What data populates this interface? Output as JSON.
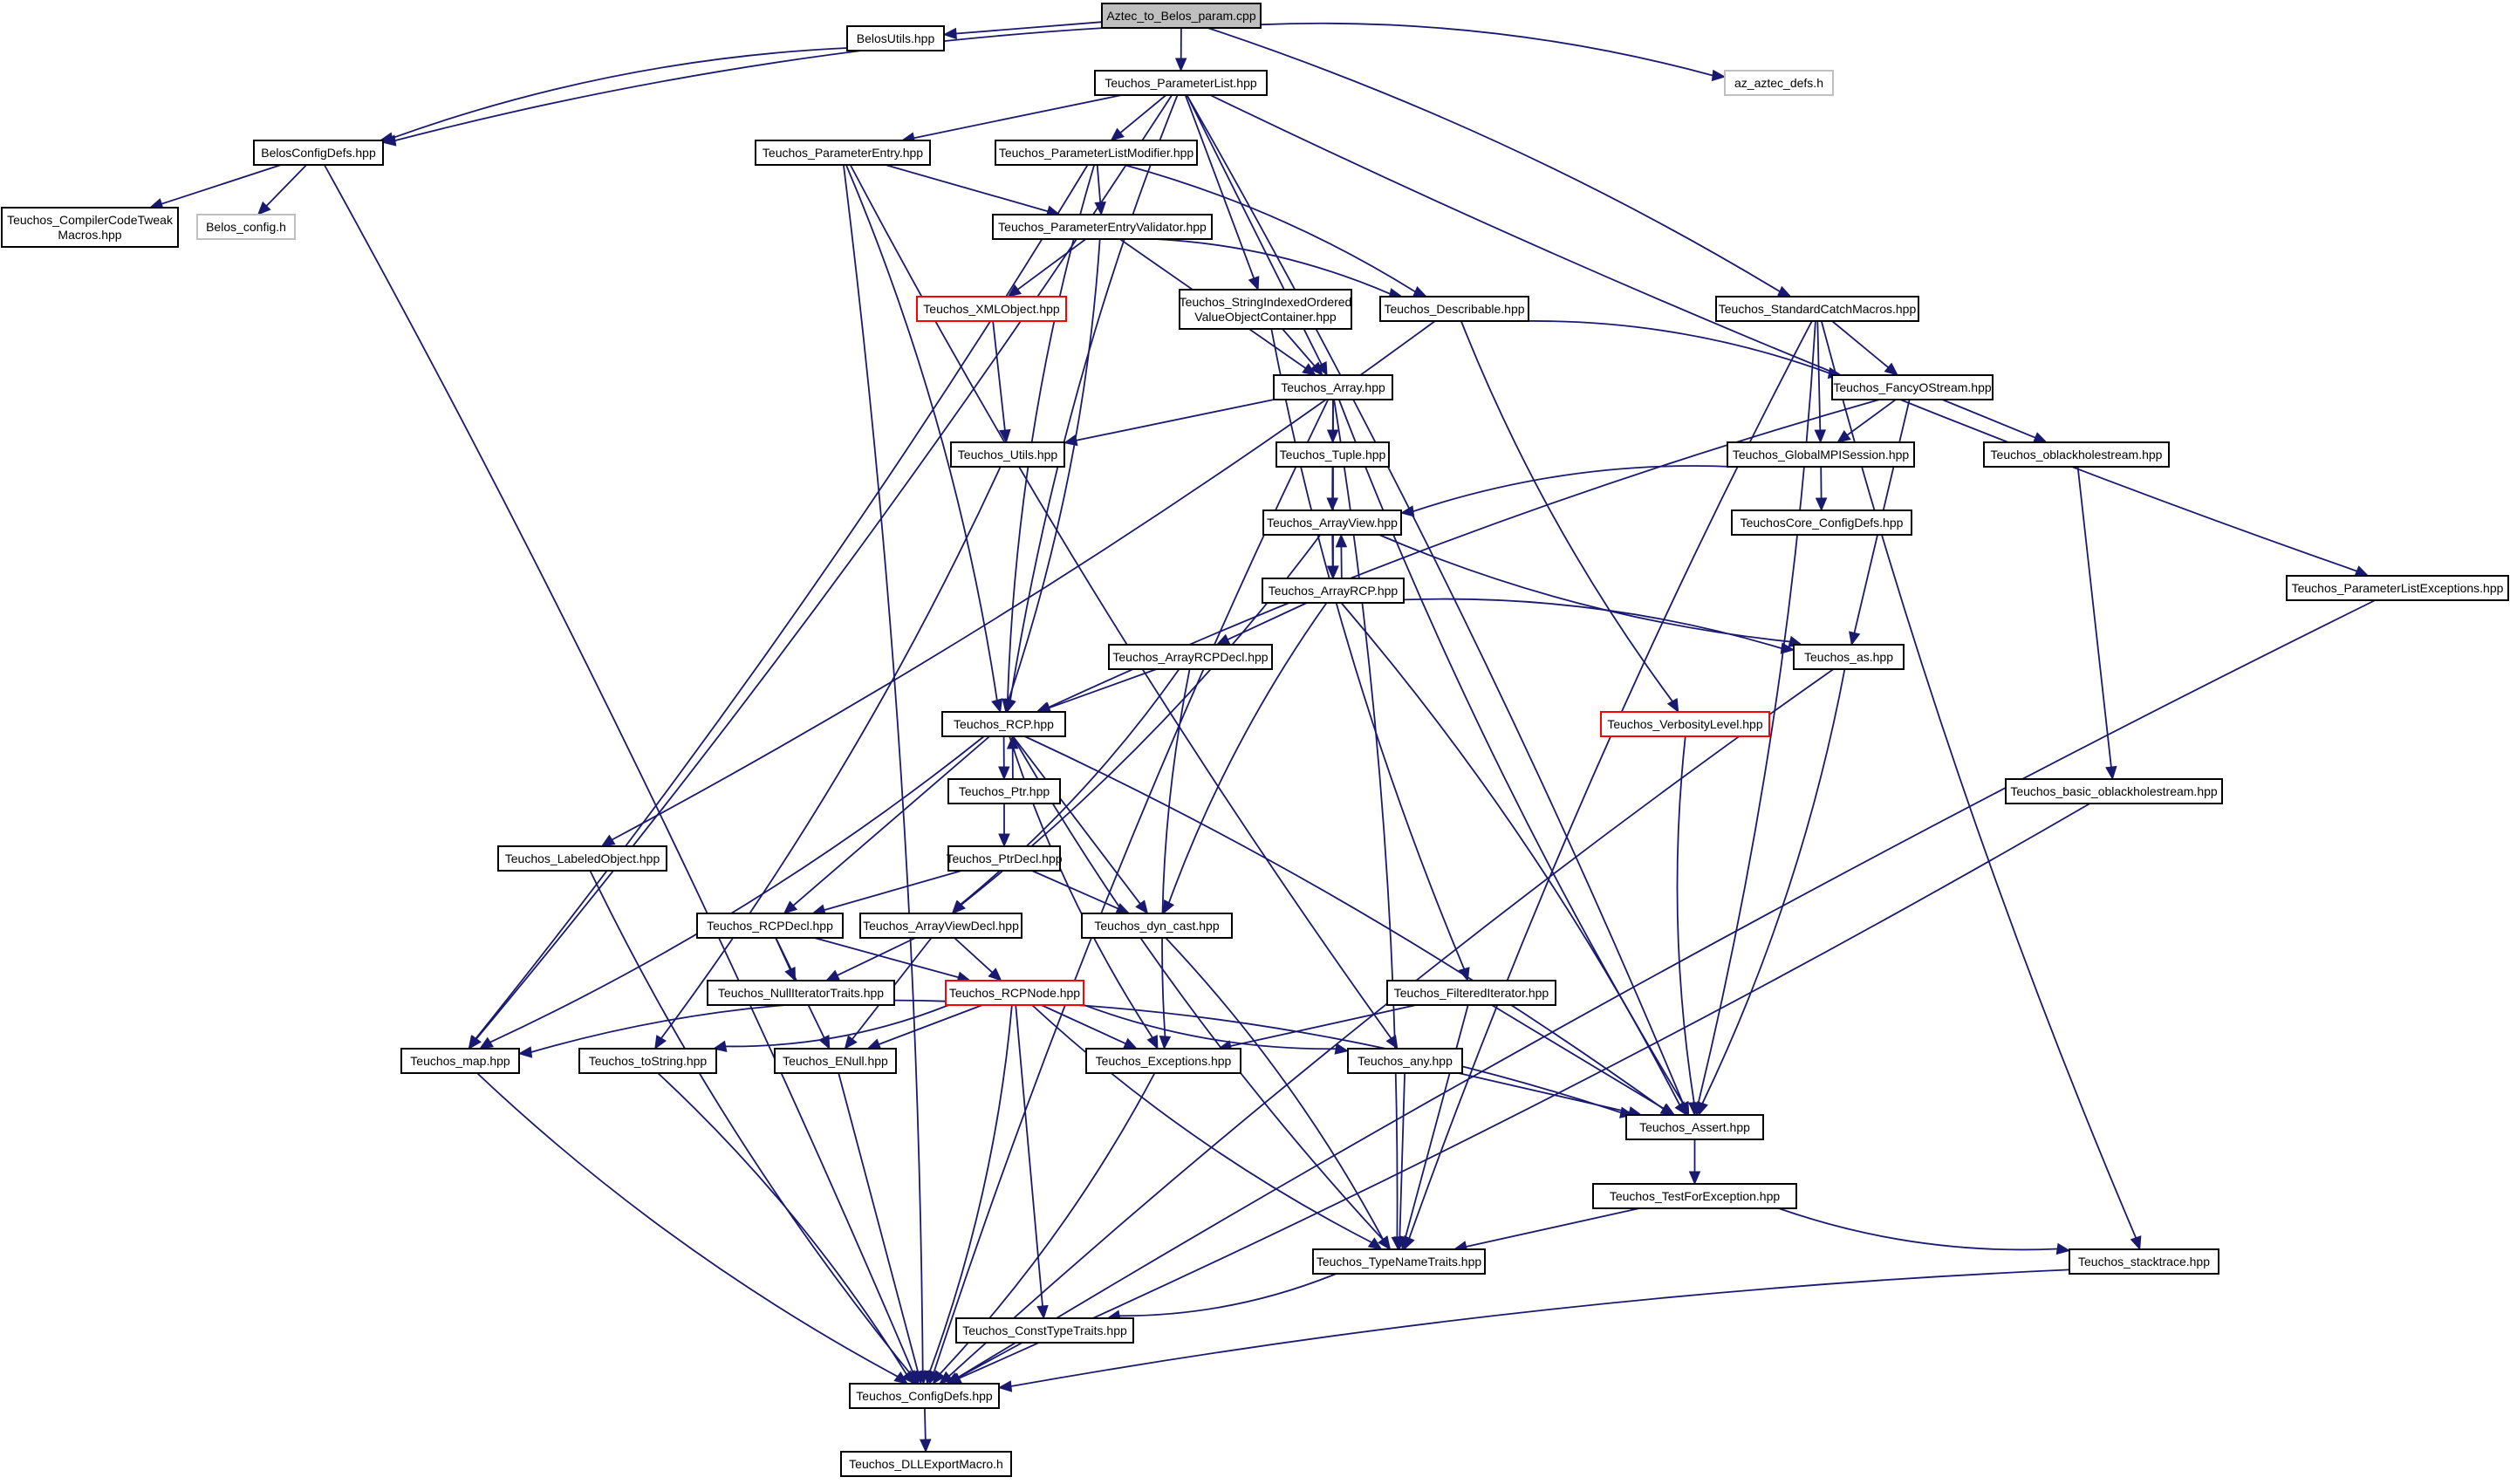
{
  "graph": {
    "colors": {
      "edge": "#191970",
      "root_fill": "#bfbfbf",
      "node_border": "#000000",
      "missing_border": "#bfbfbf",
      "truncated_border": "#ff0000"
    },
    "nodes": [
      {
        "id": "aztec_to_belos",
        "label": "Aztec_to_Belos_param.cpp",
        "kind": "root"
      },
      {
        "id": "belosutils",
        "label": "BelosUtils.hpp",
        "kind": "normal"
      },
      {
        "id": "parameterlist",
        "label": "Teuchos_ParameterList.hpp",
        "kind": "normal"
      },
      {
        "id": "az_aztec_defs",
        "label": "az_aztec_defs.h",
        "kind": "missing"
      },
      {
        "id": "belosconfigdefs",
        "label": "BelosConfigDefs.hpp",
        "kind": "normal"
      },
      {
        "id": "compilercodetweak",
        "label": "Teuchos_CompilerCodeTweak Macros.hpp",
        "kind": "normal"
      },
      {
        "id": "belos_config",
        "label": "Belos_config.h",
        "kind": "missing"
      },
      {
        "id": "parameterentry",
        "label": "Teuchos_ParameterEntry.hpp",
        "kind": "normal"
      },
      {
        "id": "parameterlistmodifier",
        "label": "Teuchos_ParameterListModifier.hpp",
        "kind": "normal"
      },
      {
        "id": "parameterentryvalidator",
        "label": "Teuchos_ParameterEntryValidator.hpp",
        "kind": "normal"
      },
      {
        "id": "xmlobject",
        "label": "Teuchos_XMLObject.hpp",
        "kind": "truncated"
      },
      {
        "id": "stringindexed",
        "label": "Teuchos_StringIndexedOrdered ValueObjectContainer.hpp",
        "kind": "normal"
      },
      {
        "id": "describable",
        "label": "Teuchos_Describable.hpp",
        "kind": "normal"
      },
      {
        "id": "standardcatch",
        "label": "Teuchos_StandardCatchMacros.hpp",
        "kind": "normal"
      },
      {
        "id": "array",
        "label": "Teuchos_Array.hpp",
        "kind": "normal"
      },
      {
        "id": "fancyostream",
        "label": "Teuchos_FancyOStream.hpp",
        "kind": "normal"
      },
      {
        "id": "utils",
        "label": "Teuchos_Utils.hpp",
        "kind": "normal"
      },
      {
        "id": "tuple",
        "label": "Teuchos_Tuple.hpp",
        "kind": "normal"
      },
      {
        "id": "globalmpi",
        "label": "Teuchos_GlobalMPISession.hpp",
        "kind": "normal"
      },
      {
        "id": "oblackhole",
        "label": "Teuchos_oblackholestream.hpp",
        "kind": "normal"
      },
      {
        "id": "arrayview",
        "label": "Teuchos_ArrayView.hpp",
        "kind": "normal"
      },
      {
        "id": "teuchoscore_configdefs",
        "label": "TeuchosCore_ConfigDefs.hpp",
        "kind": "normal"
      },
      {
        "id": "arrayrcp",
        "label": "Teuchos_ArrayRCP.hpp",
        "kind": "normal"
      },
      {
        "id": "parameterlistexceptions",
        "label": "Teuchos_ParameterListExceptions.hpp",
        "kind": "normal"
      },
      {
        "id": "arrayrcpdecl",
        "label": "Teuchos_ArrayRCPDecl.hpp",
        "kind": "normal"
      },
      {
        "id": "as",
        "label": "Teuchos_as.hpp",
        "kind": "normal"
      },
      {
        "id": "rcp",
        "label": "Teuchos_RCP.hpp",
        "kind": "normal"
      },
      {
        "id": "verbositylevel",
        "label": "Teuchos_VerbosityLevel.hpp",
        "kind": "truncated"
      },
      {
        "id": "basic_oblackhole",
        "label": "Teuchos_basic_oblackholestream.hpp",
        "kind": "normal"
      },
      {
        "id": "ptr",
        "label": "Teuchos_Ptr.hpp",
        "kind": "normal"
      },
      {
        "id": "labeledobject",
        "label": "Teuchos_LabeledObject.hpp",
        "kind": "normal"
      },
      {
        "id": "ptrdecl",
        "label": "Teuchos_PtrDecl.hpp",
        "kind": "normal"
      },
      {
        "id": "rcpdecl",
        "label": "Teuchos_RCPDecl.hpp",
        "kind": "normal"
      },
      {
        "id": "arrayviewdecl",
        "label": "Teuchos_ArrayViewDecl.hpp",
        "kind": "normal"
      },
      {
        "id": "dyn_cast",
        "label": "Teuchos_dyn_cast.hpp",
        "kind": "normal"
      },
      {
        "id": "nulliteratortraits",
        "label": "Teuchos_NullIteratorTraits.hpp",
        "kind": "normal"
      },
      {
        "id": "rcpnode",
        "label": "Teuchos_RCPNode.hpp",
        "kind": "truncated"
      },
      {
        "id": "filterediterator",
        "label": "Teuchos_FilteredIterator.hpp",
        "kind": "normal"
      },
      {
        "id": "map",
        "label": "Teuchos_map.hpp",
        "kind": "normal"
      },
      {
        "id": "tostring",
        "label": "Teuchos_toString.hpp",
        "kind": "normal"
      },
      {
        "id": "enull",
        "label": "Teuchos_ENull.hpp",
        "kind": "normal"
      },
      {
        "id": "exceptions",
        "label": "Teuchos_Exceptions.hpp",
        "kind": "normal"
      },
      {
        "id": "any",
        "label": "Teuchos_any.hpp",
        "kind": "normal"
      },
      {
        "id": "assert",
        "label": "Teuchos_Assert.hpp",
        "kind": "normal"
      },
      {
        "id": "testforexception",
        "label": "Teuchos_TestForException.hpp",
        "kind": "normal"
      },
      {
        "id": "typenametraits",
        "label": "Teuchos_TypeNameTraits.hpp",
        "kind": "normal"
      },
      {
        "id": "stacktrace",
        "label": "Teuchos_stacktrace.hpp",
        "kind": "normal"
      },
      {
        "id": "consttypetraits",
        "label": "Teuchos_ConstTypeTraits.hpp",
        "kind": "normal"
      },
      {
        "id": "configdefs",
        "label": "Teuchos_ConfigDefs.hpp",
        "kind": "normal"
      },
      {
        "id": "dllexport",
        "label": "Teuchos_DLLExportMacro.h",
        "kind": "normal"
      }
    ],
    "edges": [
      [
        "aztec_to_belos",
        "belosutils"
      ],
      [
        "aztec_to_belos",
        "parameterlist"
      ],
      [
        "aztec_to_belos",
        "az_aztec_defs"
      ],
      [
        "aztec_to_belos",
        "belosconfigdefs"
      ],
      [
        "aztec_to_belos",
        "standardcatch"
      ],
      [
        "belosutils",
        "belosconfigdefs"
      ],
      [
        "belosconfigdefs",
        "compilercodetweak"
      ],
      [
        "belosconfigdefs",
        "belos_config"
      ],
      [
        "belosconfigdefs",
        "configdefs"
      ],
      [
        "parameterlist",
        "parameterentry"
      ],
      [
        "parameterlist",
        "parameterlistmodifier"
      ],
      [
        "parameterlist",
        "stringindexed"
      ],
      [
        "parameterlist",
        "array"
      ],
      [
        "parameterlist",
        "parameterlistexceptions"
      ],
      [
        "parameterlist",
        "map"
      ],
      [
        "parameterlist",
        "rcp"
      ],
      [
        "parameterlist",
        "assert"
      ],
      [
        "parameterentry",
        "parameterentryvalidator"
      ],
      [
        "parameterentry",
        "rcp"
      ],
      [
        "parameterentry",
        "any"
      ],
      [
        "parameterentry",
        "configdefs"
      ],
      [
        "parameterlistmodifier",
        "parameterentryvalidator"
      ],
      [
        "parameterlistmodifier",
        "describable"
      ],
      [
        "parameterlistmodifier",
        "rcp"
      ],
      [
        "parameterlistmodifier",
        "map"
      ],
      [
        "parameterentryvalidator",
        "xmlobject"
      ],
      [
        "parameterentryvalidator",
        "describable"
      ],
      [
        "parameterentryvalidator",
        "array"
      ],
      [
        "parameterentryvalidator",
        "rcp"
      ],
      [
        "xmlobject",
        "utils"
      ],
      [
        "stringindexed",
        "array"
      ],
      [
        "stringindexed",
        "filterediterator"
      ],
      [
        "describable",
        "fancyostream"
      ],
      [
        "describable",
        "verbositylevel"
      ],
      [
        "describable",
        "labeledobject"
      ],
      [
        "standardcatch",
        "fancyostream"
      ],
      [
        "standardcatch",
        "globalmpi"
      ],
      [
        "standardcatch",
        "stacktrace"
      ],
      [
        "standardcatch",
        "assert"
      ],
      [
        "standardcatch",
        "typenametraits"
      ],
      [
        "array",
        "tuple"
      ],
      [
        "array",
        "arrayrcp"
      ],
      [
        "array",
        "utils"
      ],
      [
        "array",
        "assert"
      ],
      [
        "array",
        "typenametraits"
      ],
      [
        "array",
        "configdefs"
      ],
      [
        "fancyostream",
        "globalmpi"
      ],
      [
        "fancyostream",
        "oblackhole"
      ],
      [
        "fancyostream",
        "as"
      ],
      [
        "fancyostream",
        "rcp"
      ],
      [
        "utils",
        "tostring"
      ],
      [
        "tuple",
        "arrayview"
      ],
      [
        "globalmpi",
        "teuchoscore_configdefs"
      ],
      [
        "globalmpi",
        "arrayview"
      ],
      [
        "oblackhole",
        "basic_oblackhole"
      ],
      [
        "arrayview",
        "arrayrcp"
      ],
      [
        "arrayview",
        "arrayviewdecl"
      ],
      [
        "arrayview",
        "as"
      ],
      [
        "arrayrcp",
        "arrayview"
      ],
      [
        "arrayrcp",
        "arrayrcpdecl"
      ],
      [
        "arrayrcp",
        "as"
      ],
      [
        "arrayrcp",
        "dyn_cast"
      ],
      [
        "arrayrcp",
        "assert"
      ],
      [
        "arrayrcpdecl",
        "rcp"
      ],
      [
        "arrayrcpdecl",
        "arrayviewdecl"
      ],
      [
        "arrayrcpdecl",
        "exceptions"
      ],
      [
        "as",
        "assert"
      ],
      [
        "as",
        "configdefs"
      ],
      [
        "rcp",
        "ptr"
      ],
      [
        "rcp",
        "rcpdecl"
      ],
      [
        "rcp",
        "dyn_cast"
      ],
      [
        "rcp",
        "exceptions"
      ],
      [
        "rcp",
        "map"
      ],
      [
        "rcp",
        "typenametraits"
      ],
      [
        "rcp",
        "assert"
      ],
      [
        "ptr",
        "rcp"
      ],
      [
        "ptr",
        "ptrdecl"
      ],
      [
        "ptrdecl",
        "rcpdecl"
      ],
      [
        "ptrdecl",
        "dyn_cast"
      ],
      [
        "verbositylevel",
        "assert"
      ],
      [
        "basic_oblackhole",
        "configdefs"
      ],
      [
        "labeledobject",
        "configdefs"
      ],
      [
        "rcpdecl",
        "rcpnode"
      ],
      [
        "rcpdecl",
        "nulliteratortraits"
      ],
      [
        "rcpdecl",
        "enull"
      ],
      [
        "arrayviewdecl",
        "rcpnode"
      ],
      [
        "arrayviewdecl",
        "nulliteratortraits"
      ],
      [
        "arrayviewdecl",
        "enull"
      ],
      [
        "dyn_cast",
        "typenametraits"
      ],
      [
        "rcpnode",
        "map"
      ],
      [
        "rcpnode",
        "tostring"
      ],
      [
        "rcpnode",
        "enull"
      ],
      [
        "rcpnode",
        "exceptions"
      ],
      [
        "rcpnode",
        "any"
      ],
      [
        "rcpnode",
        "assert"
      ],
      [
        "rcpnode",
        "typenametraits"
      ],
      [
        "rcpnode",
        "configdefs"
      ],
      [
        "rcpnode",
        "consttypetraits"
      ],
      [
        "filterediterator",
        "exceptions"
      ],
      [
        "filterediterator",
        "assert"
      ],
      [
        "filterediterator",
        "typenametraits"
      ],
      [
        "map",
        "configdefs"
      ],
      [
        "tostring",
        "configdefs"
      ],
      [
        "enull",
        "configdefs"
      ],
      [
        "exceptions",
        "configdefs"
      ],
      [
        "any",
        "assert"
      ],
      [
        "any",
        "typenametraits"
      ],
      [
        "assert",
        "testforexception"
      ],
      [
        "testforexception",
        "typenametraits"
      ],
      [
        "testforexception",
        "stacktrace"
      ],
      [
        "typenametraits",
        "consttypetraits"
      ],
      [
        "stacktrace",
        "configdefs"
      ],
      [
        "consttypetraits",
        "configdefs"
      ],
      [
        "parameterlistexceptions",
        "configdefs"
      ],
      [
        "configdefs",
        "dllexport"
      ]
    ]
  }
}
